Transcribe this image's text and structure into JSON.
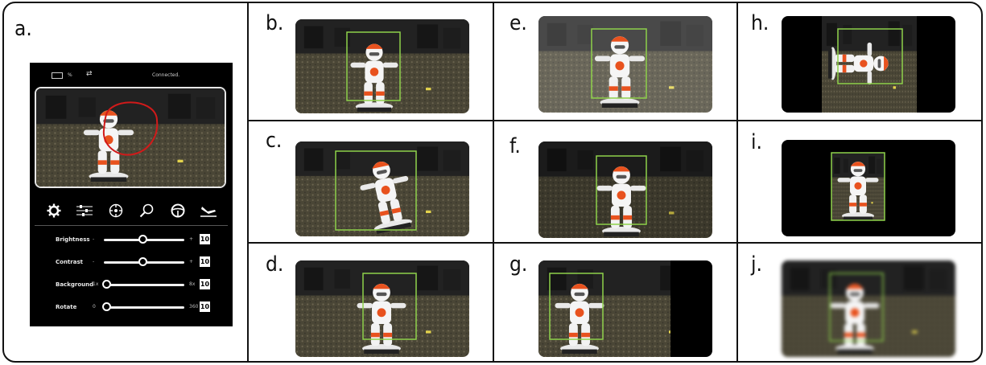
{
  "labels": [
    "a.",
    "b.",
    "c.",
    "d.",
    "e.",
    "f.",
    "g.",
    "h.",
    "i.",
    "j."
  ],
  "app": {
    "battery_pct": "%",
    "status": "Connected.",
    "icons": [
      "gear-icon",
      "sliders-icon",
      "crosshair-icon",
      "magnify-icon",
      "steering-wheel-icon",
      "landing-icon"
    ],
    "sliders": [
      {
        "label": "Brightness",
        "min": "-",
        "max": "+",
        "value": "10",
        "level": 0.45
      },
      {
        "label": "Contrast",
        "min": "-",
        "max": "+",
        "value": "10",
        "level": 0.45
      },
      {
        "label": "Background",
        "min": "1x",
        "max": "8x",
        "value": "10",
        "level": 0.0
      },
      {
        "label": "Rotate",
        "min": "0",
        "max": "360",
        "value": "10",
        "level": 0.0
      }
    ]
  },
  "colors": {
    "box": "#8ed14b",
    "annotation": "#d11a1a",
    "floor": "#3f3d2e",
    "robot_accent": "#e8521e"
  }
}
